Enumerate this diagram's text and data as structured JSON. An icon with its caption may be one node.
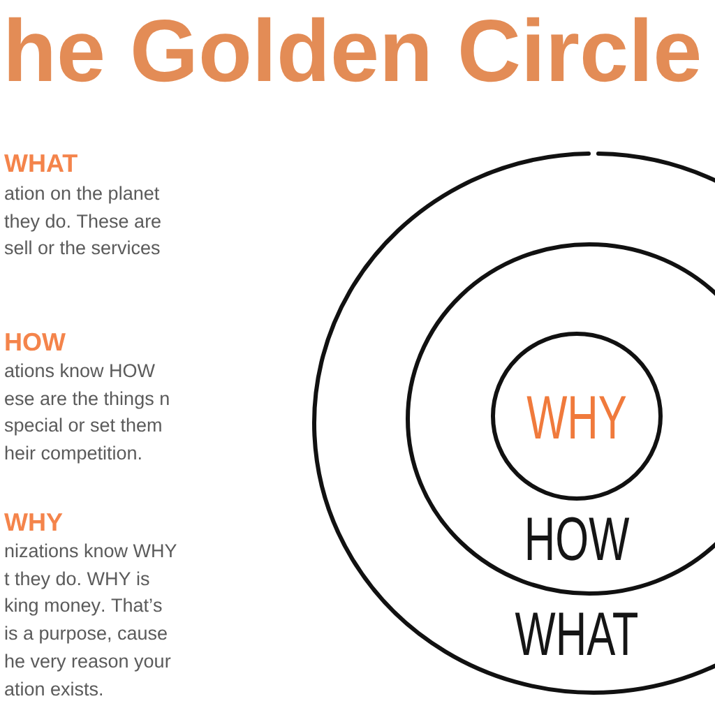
{
  "diagram": {
    "title": "he Golden Circle",
    "nodes": [
      {
        "text": [
          "WHAT"
        ]
      },
      {
        "text": [
          "HOW"
        ],
        "in": 0
      },
      {
        "text": [
          "WHY"
        ],
        "in": 1
      }
    ],
    "labels": [
      "WHAT",
      "ation on the planet they do. These are sell or the services",
      "HOW",
      "ations know HOW ese are the things n special or set them heir competition.",
      "WHY",
      "nizations know WHY t they do. WHY is king money. That’s is a purpose, cause he very reason your ation exists."
    ]
  }
}
